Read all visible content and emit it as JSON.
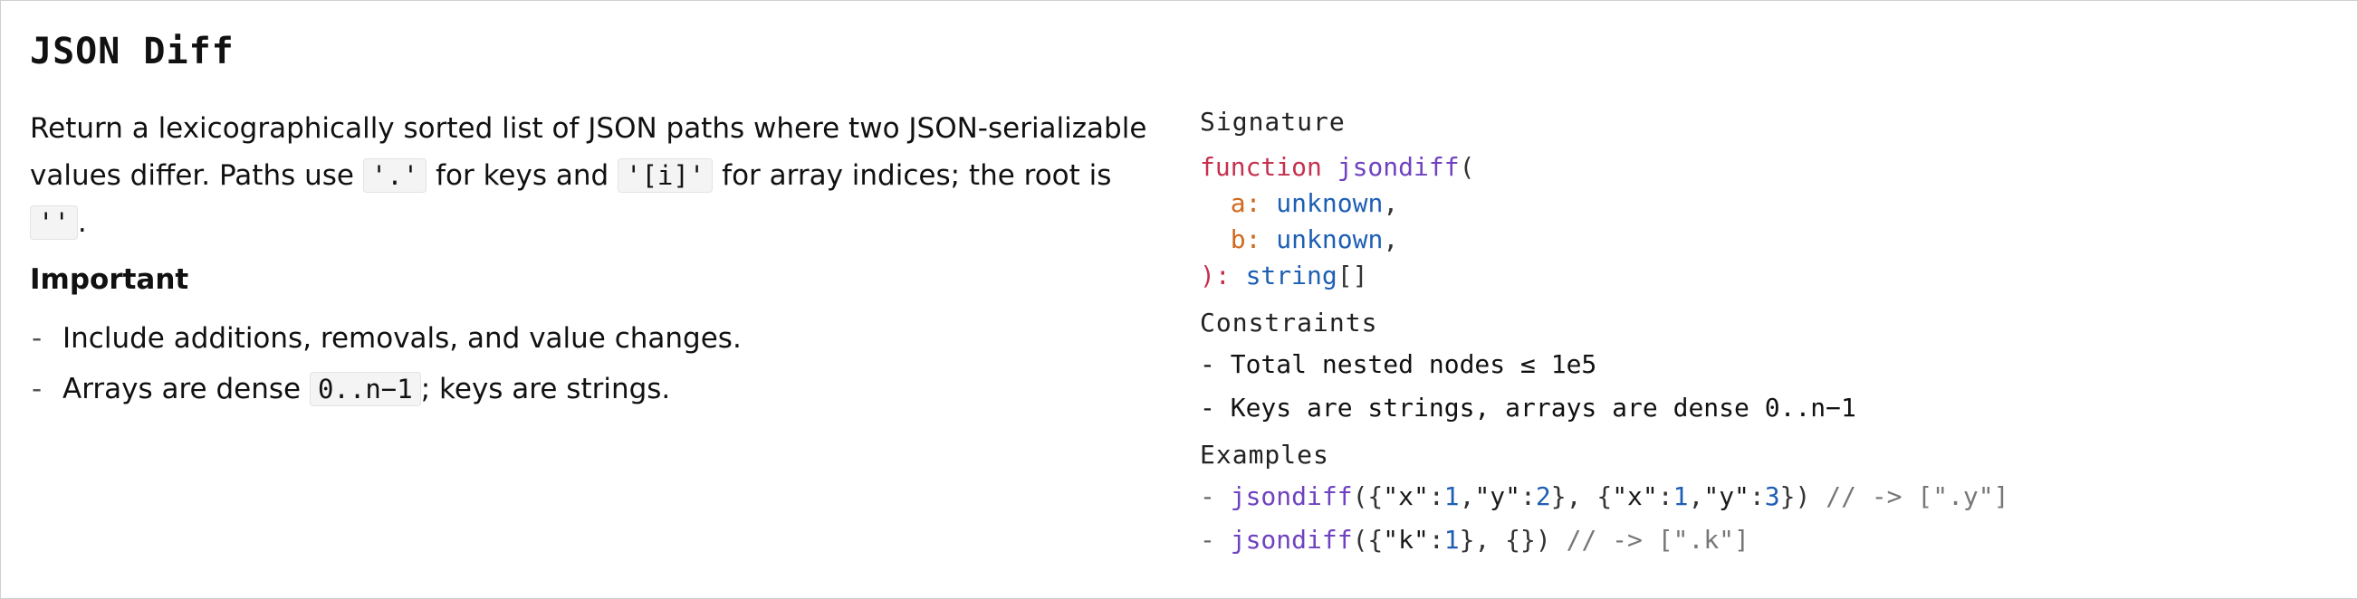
{
  "title": "JSON Diff",
  "description": {
    "part1": "Return a lexicographically sorted list of JSON paths where two JSON-serializable values differ. Paths use ",
    "code_dot": "'.'",
    "part2": " for keys and ",
    "code_index": "'[i]'",
    "part3": " for array indices; the root is ",
    "code_root": "''",
    "part4": "."
  },
  "important": {
    "heading": "Important",
    "items": [
      {
        "dash": "-",
        "text": "Include additions, removals, and value changes."
      },
      {
        "dash": "-",
        "pre": "Arrays are dense ",
        "code": "0..n−1",
        "post": "; keys are strings."
      }
    ]
  },
  "signature": {
    "heading": "Signature",
    "kw": "function",
    "fn": "jsondiff",
    "open": "(",
    "param_a": "a",
    "param_b": "b",
    "colon": ":",
    "type_unknown": "unknown",
    "comma": ",",
    "close": "):",
    "return_type": "string",
    "brackets": "[]"
  },
  "constraints": {
    "heading": "Constraints",
    "items": [
      "- Total nested nodes ≤ 1e5",
      "- Keys are strings, arrays are dense 0..n−1"
    ]
  },
  "examples": {
    "heading": "Examples",
    "items": [
      {
        "dash": "- ",
        "fn": "jsondiff",
        "p1": "({",
        "k1": "\"x\"",
        "c1": ":",
        "v1": "1",
        "s1": ",",
        "k2": "\"y\"",
        "c2": ":",
        "v2": "2",
        "p2": "}, {",
        "k3": "\"x\"",
        "c3": ":",
        "v3": "1",
        "s2": ",",
        "k4": "\"y\"",
        "c4": ":",
        "v4": "3",
        "p3": "}) ",
        "comment": "// -> [\".y\"]"
      },
      {
        "dash": "- ",
        "fn": "jsondiff",
        "p1": "({",
        "k1": "\"k\"",
        "c1": ":",
        "v1": "1",
        "p2": "}, {}) ",
        "comment": "// -> [\".k\"]"
      }
    ]
  }
}
